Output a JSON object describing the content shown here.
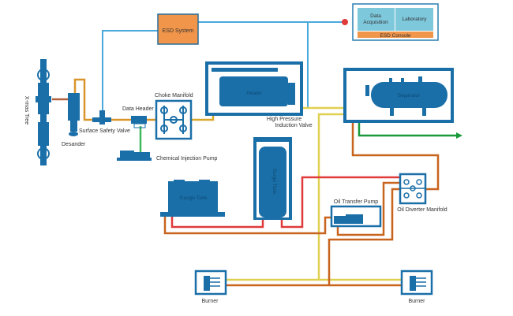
{
  "labels": {
    "esd_system": "ESD System",
    "data_acquisition_1": "Data",
    "data_acquisition_2": "Acquisition",
    "laboratory": "Laboratory",
    "esd_console": "ESD Console",
    "xmas_tree": "X-mas Tree",
    "desander": "Desander",
    "surface_safety_valve": "Surface Safety Valve",
    "data_header": "Data Header",
    "choke_manifold": "Choke Manifold",
    "chemical_injection_pump": "Chemical Injection Pump",
    "heater": "Heater",
    "separator": "Separator",
    "hp_valve_1": "High Pressure",
    "hp_valve_2": "Induction Valve",
    "gauge_tank": "Gauge Tank",
    "surge_tank": "Surge Tank",
    "oil_transfer_pump": "Oil Transfer Pump",
    "oil_diverter_manifold": "Oil Diverter Manifold",
    "burner_left": "Burner",
    "burner_right": "Burner"
  },
  "colors": {
    "equipment": "#1a6fa8",
    "signal": "#5ab4e0",
    "esd": "#f0954a",
    "console_panel": "#7ec8dc",
    "gas": "#e0d050",
    "oil": "#c8641e",
    "water": "#e03a3a",
    "chemical": "#40b860",
    "outlet": "#1a9a3a",
    "alarm": "#e03a3a"
  }
}
